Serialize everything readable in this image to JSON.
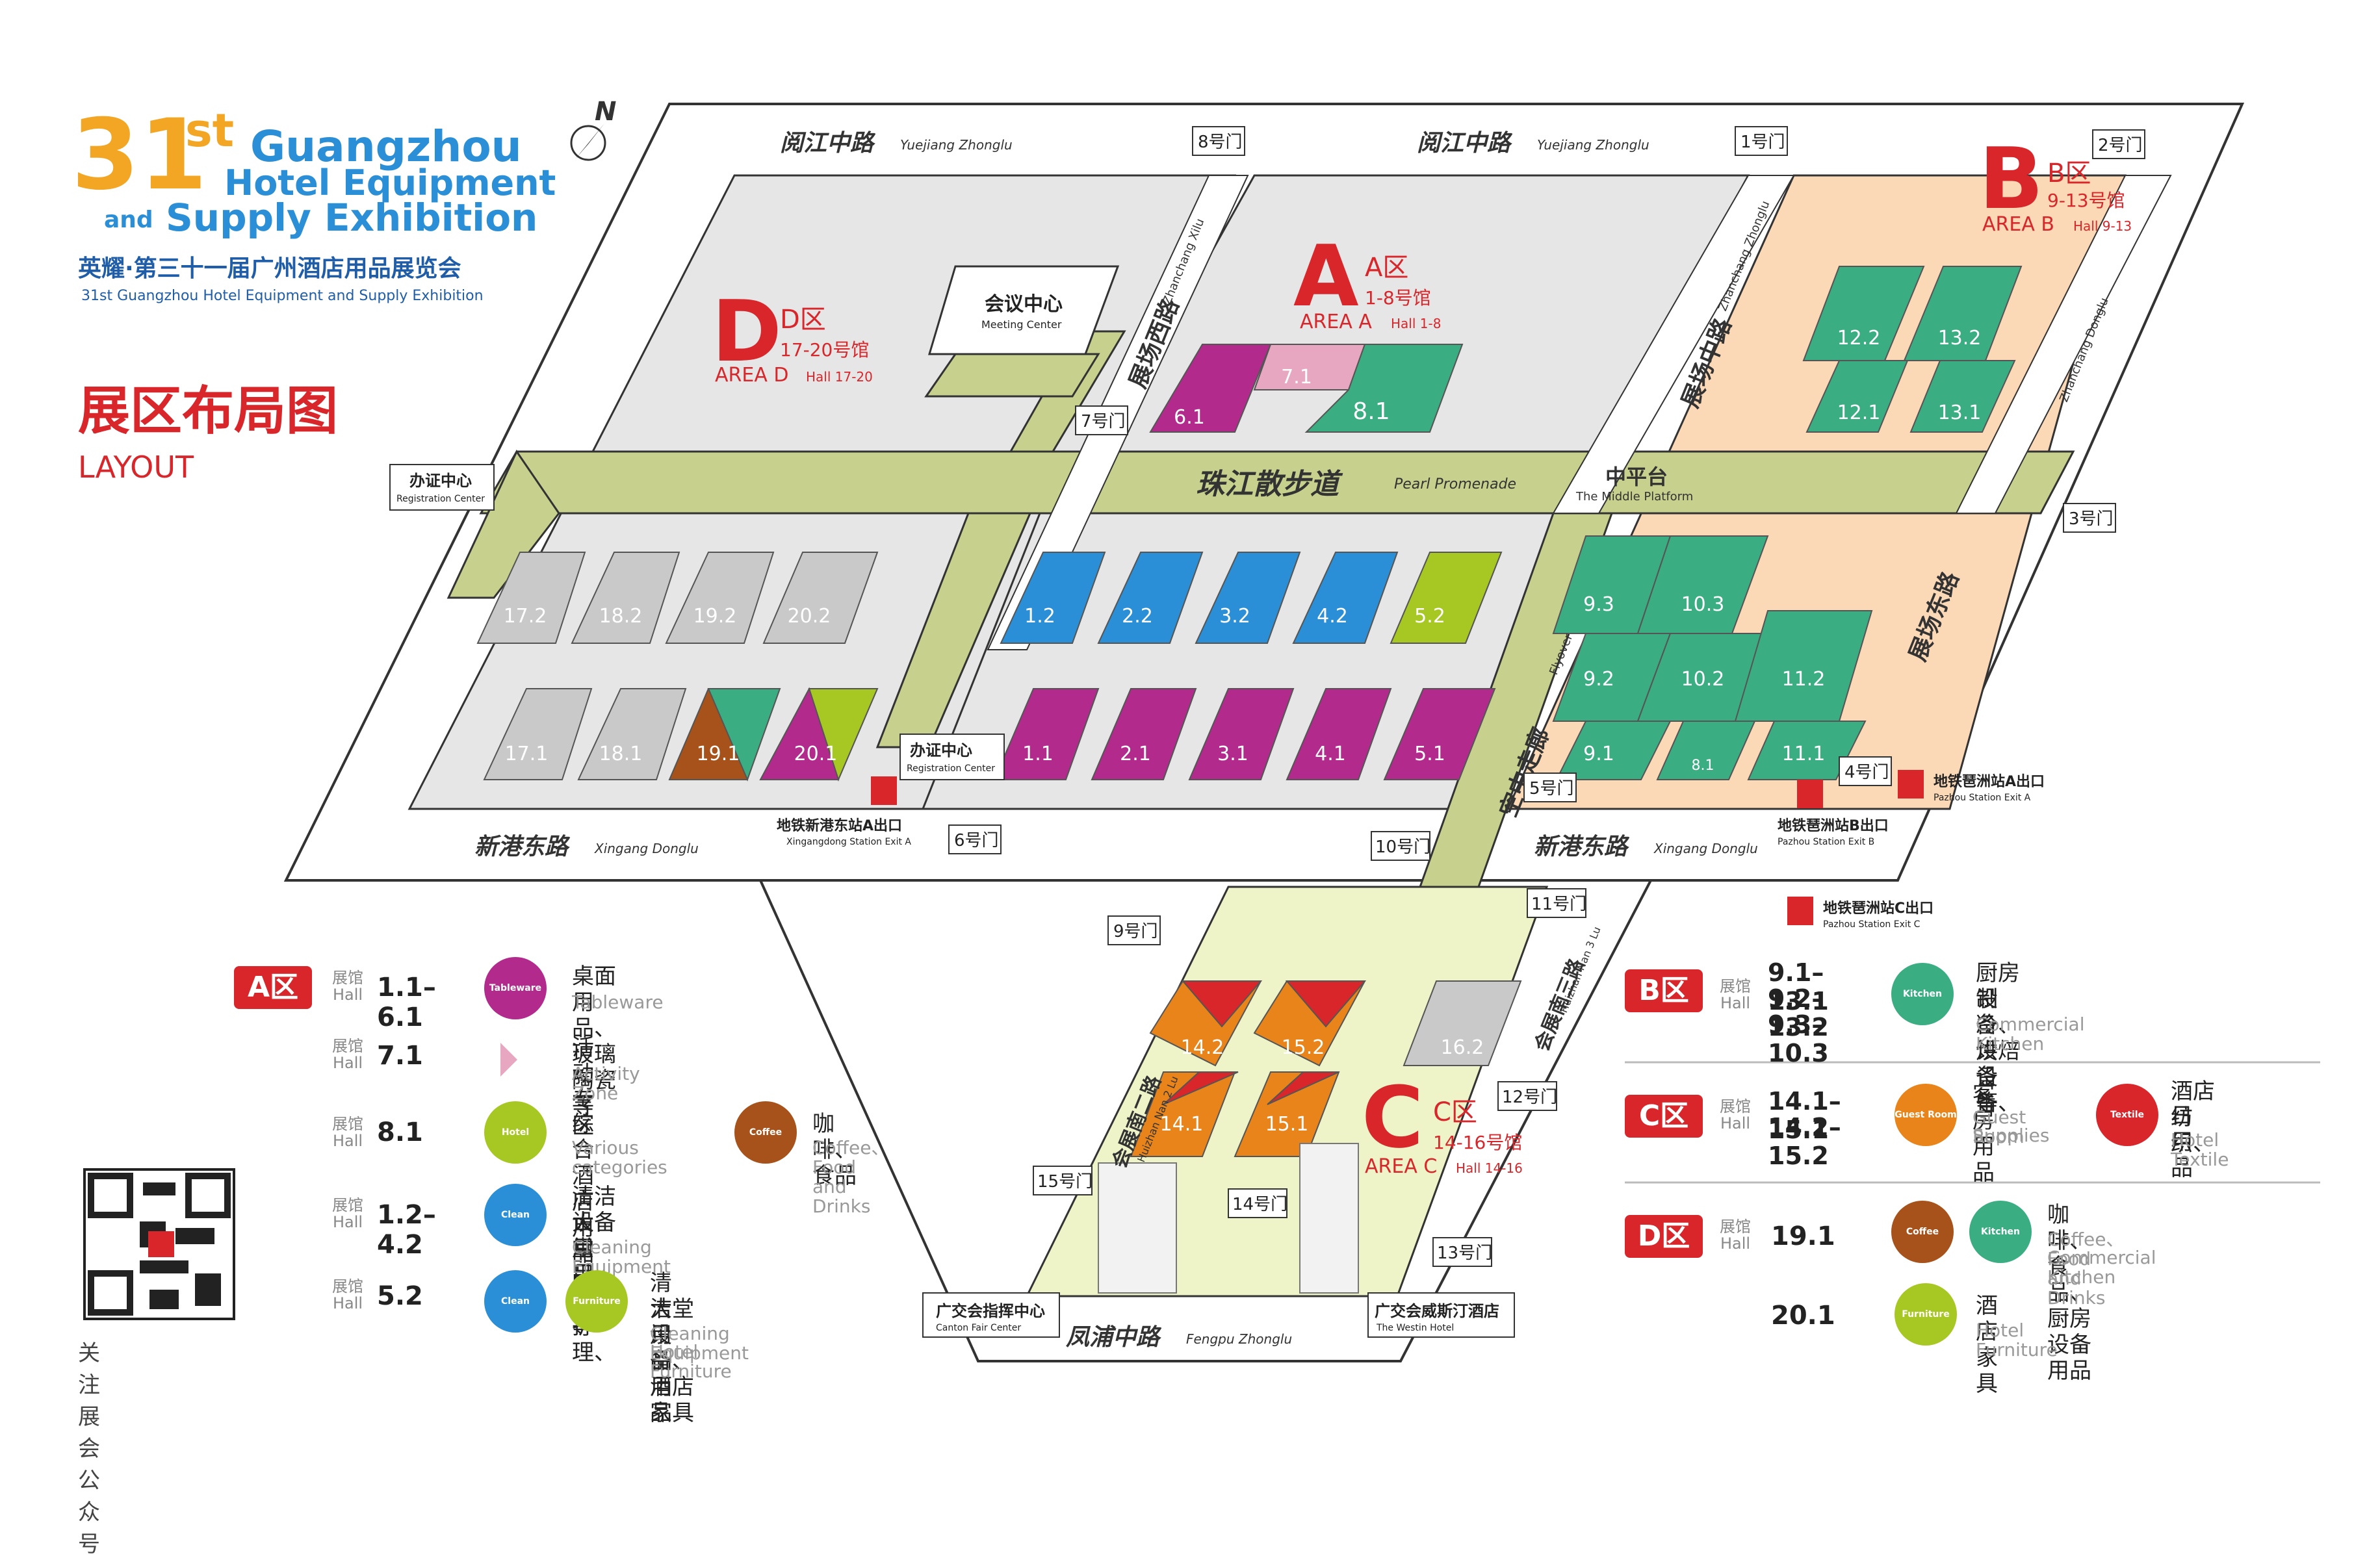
{
  "header": {
    "title_num": "31",
    "title_sup": "st",
    "title_en_1": "Guangzhou",
    "title_en_2": "Hotel Equipment",
    "title_en_3_and": "and",
    "title_en_3": "Supply Exhibition",
    "subtitle_cn": "英耀·第三十一届广州酒店用品展览会",
    "subtitle_en": "31st Guangzhou Hotel Equipment and Supply Exhibition",
    "layout_cn": "展区布局图",
    "layout_en": "LAYOUT"
  },
  "compass": "N",
  "roads": {
    "north_1_cn": "阅江中路",
    "north_1_en": "Yuejiang Zhonglu",
    "north_2_cn": "阅江中路",
    "north_2_en": "Yuejiang Zhonglu",
    "south_1_cn": "新港东路",
    "south_1_en": "Xingang Donglu",
    "south_2_cn": "新港东路",
    "south_2_en": "Xingang Donglu",
    "west_cn": "展场西路",
    "west_en": "Zhanchang Xilu",
    "middle_cn": "展场中路",
    "middle_en": "Zhanchang Zhonglu",
    "east_cn": "展场东路",
    "east_en": "Zhanchang Donglu",
    "promenade_cn": "珠江散步道",
    "promenade_en": "Pearl Promenade",
    "middle_platform_cn": "中平台",
    "middle_platform_en": "The Middle Platform",
    "flyover_cn": "空中走廊",
    "flyover_en": "Flyover",
    "fengpu_cn": "凤浦中路",
    "fengpu_en": "Fengpu Zhonglu",
    "huiz2_cn": "会展南二路",
    "huiz2_en": "Huizhan Nan 2 Lu",
    "huiz3_cn": "会展南三路",
    "huiz3_en": "Huizhan Nan 3 Lu"
  },
  "areas": {
    "a": {
      "letter": "A",
      "cn": "A区",
      "halls_cn": "1-8号馆",
      "en": "AREA A",
      "halls_en": "Hall 1-8"
    },
    "b": {
      "letter": "B",
      "cn": "B区",
      "halls_cn": "9-13号馆",
      "en": "AREA B",
      "halls_en": "Hall 9-13"
    },
    "c": {
      "letter": "C",
      "cn": "C区",
      "halls_cn": "14-16号馆",
      "en": "AREA C",
      "halls_en": "Hall 14-16"
    },
    "d": {
      "letter": "D",
      "cn": "D区",
      "halls_cn": "17-20号馆",
      "en": "AREA D",
      "halls_en": "Hall 17-20"
    }
  },
  "halls": [
    "17.2",
    "18.2",
    "19.2",
    "20.2",
    "17.1",
    "18.1",
    "19.1",
    "20.1",
    "1.2",
    "2.2",
    "3.2",
    "4.2",
    "5.2",
    "1.1",
    "2.1",
    "3.1",
    "4.1",
    "5.1",
    "6.1",
    "7.1",
    "8.1",
    "12.2",
    "13.2",
    "12.1",
    "13.1",
    "9.3",
    "10.3",
    "9.2",
    "10.2",
    "11.2",
    "9.1",
    "8.1",
    "11.1",
    "14.2",
    "15.2",
    "16.2",
    "14.1",
    "15.1"
  ],
  "gates": [
    "1号门",
    "2号门",
    "3号门",
    "4号门",
    "5号门",
    "6号门",
    "7号门",
    "8号门",
    "9号门",
    "10号门",
    "11号门",
    "12号门",
    "13号门",
    "14号门",
    "15号门"
  ],
  "places": {
    "meeting_cn": "会议中心",
    "meeting_en": "Meeting Center",
    "reg1_cn": "办证中心",
    "reg1_en": "Registration Center",
    "reg2_cn": "办证中心",
    "reg2_en": "Registration Center",
    "command_cn": "广交会指挥中心",
    "command_en": "Canton Fair Center",
    "westin_cn": "广交会威斯汀酒店",
    "westin_en": "The Westin Hotel"
  },
  "metro": {
    "xg_a_cn": "地铁新港东站A出口",
    "xg_a_en": "Xingangdong Station Exit A",
    "pz_b_cn": "地铁琶洲站B出口",
    "pz_b_en": "Pazhou Station Exit B",
    "pz_a_cn": "地铁琶洲站A出口",
    "pz_a_en": "Pazhou Station Exit A",
    "pz_c_cn": "地铁琶洲站C出口",
    "pz_c_en": "Pazhou Station Exit C"
  },
  "legend": {
    "hall_cn": "展馆",
    "hall_en": "Hall",
    "qr_caption": "关注展会公众号",
    "a_badge": "A区",
    "a_rows": [
      {
        "halls": "1.1–6.1",
        "cn": "桌面用品、玻璃陶瓷等",
        "en": "Tableware",
        "icon": "Tableware"
      },
      {
        "halls": "7.1",
        "cn": "活动专区",
        "en": "Activity Zone",
        "icon": "flag"
      },
      {
        "halls": "8.1",
        "cn": "综合酒店用品",
        "en": "Various categories",
        "icon": "Hotel Supplies",
        "cn2": "咖啡、食品",
        "en2": "Coffee、Food and Drinks",
        "icon2": "Coffee"
      },
      {
        "halls": "1.2–4.2",
        "cn": "清洁设备用品、石材护理、",
        "cn_b": "大堂用品等",
        "en": "Cleaning Equipment",
        "icon": "Clean"
      },
      {
        "halls": "5.2",
        "cn": "清洁设备用品",
        "cn_b": "大堂用品、酒店家具",
        "en": "Cleaning Equipment",
        "en_b": "Hotel Furniture",
        "icon": "Clean",
        "icon2": "Furniture"
      }
    ],
    "b_badge": "B区",
    "b_halls": [
      "9.1–13.1",
      "9.2–13.2",
      "9.3–10.3"
    ],
    "b_cn": "厨房设备、烘焙设备、",
    "b_cn_b": "制冷设备等",
    "b_en": "Commercial Kitchen",
    "b_icon": "Kitchen",
    "c_badge": "C区",
    "c_halls": [
      "14.1–15.1",
      "14.2–15.2"
    ],
    "c_cn": "客房用品",
    "c_en": "Guest Room",
    "c_en_b": "Supplies",
    "c_icon": "Guest Room",
    "c_cn2": "酒店纺织、",
    "c_cn2_b": "日用品",
    "c_en2": "Hotel Textile",
    "c_icon2": "Textile",
    "d_badge": "D区",
    "d_hall_1": "19.1",
    "d_cn": "咖啡、食品、厨房设备用品",
    "d_en": "Coffee、Food and Drinks",
    "d_en_b": "Commercial Kitchen",
    "d_hall_2": "20.1",
    "d_cn2": "酒店家具",
    "d_en2": "Hotel Furniture"
  },
  "colors": {
    "red": "#d8262b",
    "magenta": "#b32a8d",
    "pink": "#e8a7c0",
    "green": "#3aae82",
    "blue": "#2a8fd6",
    "lime": "#a7c722",
    "orange": "#e8841a",
    "brown": "#a6521a",
    "grey": "#c9c9c9",
    "olive": "#c7d08d",
    "peach": "#fbd8b6",
    "lightgreen": "#eef3c8"
  }
}
